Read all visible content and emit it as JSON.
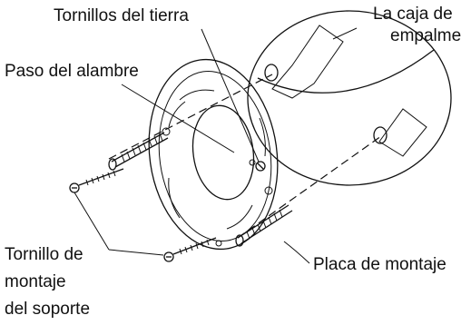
{
  "labels": {
    "ground_screws": "Tornillos del tierra",
    "junction_box_line1": "La caja de",
    "junction_box_line2": "empalme",
    "wire_passage": "Paso del alambre",
    "bracket_screw_line1": "Tornillo de",
    "bracket_screw_line2": "montaje",
    "bracket_screw_line3": "del soporte",
    "mounting_plate": "Placa de montaje"
  }
}
